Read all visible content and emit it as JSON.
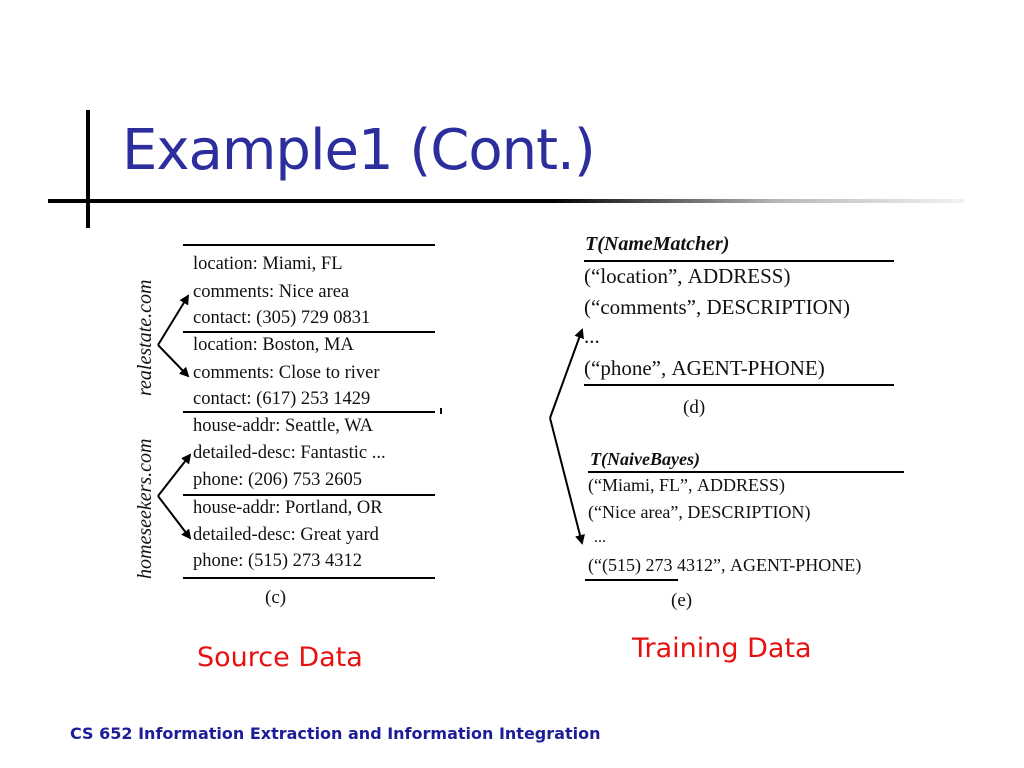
{
  "slide": {
    "title": "Example1 (Cont.)",
    "footer": "CS 652 Information Extraction and Information Integration"
  },
  "source_figure": {
    "sites": [
      "realestate.com",
      "homeseekers.com"
    ],
    "rows": [
      "location: Miami, FL",
      "comments: Nice area",
      "contact: (305) 729 0831",
      "location: Boston, MA",
      "comments: Close to river",
      "contact: (617) 253 1429",
      "house-addr: Seattle, WA",
      "detailed-desc: Fantastic ...",
      "phone: (206) 753 2605",
      "house-addr: Portland, OR",
      "detailed-desc: Great yard",
      "phone: (515) 273 4312"
    ],
    "caption": "(c)",
    "label": "Source Data"
  },
  "training_figure": {
    "name_matcher": {
      "title": "T(NameMatcher)",
      "rows": [
        {
          "value": "(“location”, ",
          "label": "ADDRESS",
          "close": ")"
        },
        {
          "value": "(“comments”, ",
          "label": "DESCRIPTION",
          "close": ")"
        },
        {
          "value": "...",
          "label": "",
          "close": ""
        },
        {
          "value": "(“phone”, ",
          "label": "AGENT-PHONE",
          "close": ")"
        }
      ],
      "caption": "(d)"
    },
    "naive_bayes": {
      "title": "T(NaiveBayes)",
      "rows": [
        {
          "value": "(“Miami, FL”, ",
          "label": "ADDRESS",
          "close": ")"
        },
        {
          "value": "(“Nice area”, ",
          "label": "DESCRIPTION",
          "close": ")"
        },
        {
          "value": "...",
          "label": "",
          "close": ""
        },
        {
          "value": "(“(515) 273 4312”, ",
          "label": "AGENT-PHONE",
          "close": ")"
        }
      ],
      "caption": "(e)"
    },
    "label": "Training Data"
  }
}
